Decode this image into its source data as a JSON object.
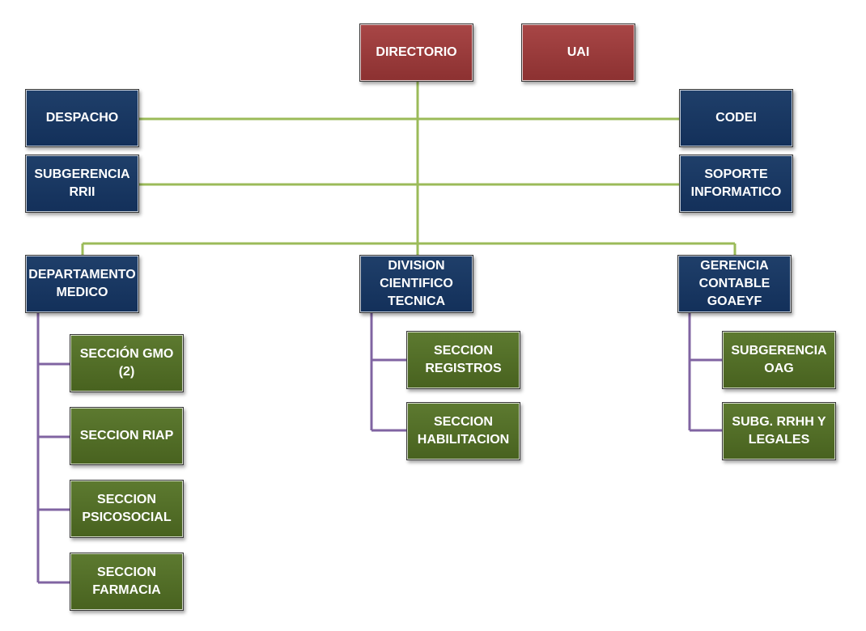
{
  "colors": {
    "top_level": "#933a3a",
    "unit": "#16365e",
    "section": "#506a26",
    "main_connector": "#9bbb59",
    "sub_connector": "#8064a2"
  },
  "top": {
    "directorio": "DIRECTORIO",
    "uai": "UAI"
  },
  "staff": {
    "despacho": "DESPACHO",
    "codei": "CODEI",
    "subgerencia_rrii": "SUBGERENCIA\nRRII",
    "soporte_informatico": "SOPORTE\nINFORMATICO"
  },
  "departments": {
    "medico": {
      "label": "DEPARTAMENTO\nMEDICO",
      "sections": [
        "SECCIÓN GMO\n(2)",
        "SECCION RIAP",
        "SECCION\nPSICOSOCIAL",
        "SECCION\nFARMACIA"
      ]
    },
    "cientifico": {
      "label": "DIVISION\nCIENTIFICO\nTECNICA",
      "sections": [
        "SECCION\nREGISTROS",
        "SECCION\nHABILITACION"
      ]
    },
    "contable": {
      "label": "GERENCIA\nCONTABLE\nGOAEYF",
      "sections": [
        "SUBGERENCIA\nOAG",
        "SUBG. RRHH Y\nLEGALES"
      ]
    }
  }
}
